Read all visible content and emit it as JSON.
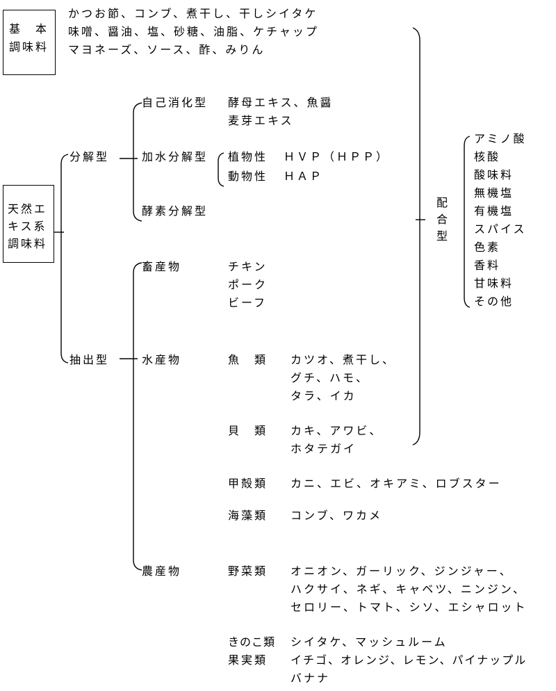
{
  "basic": {
    "title_line1": "基　本",
    "title_line2": "調味料",
    "items": [
      "かつお節、コンブ、煮干し、干しシイタケ",
      "味噌、醤油、塩、砂糖、油脂、ケチャップ",
      "マヨネーズ、ソース、酢、みりん"
    ]
  },
  "natural": {
    "title_line1": "天然エ",
    "title_line2": "キス系",
    "title_line3": "調味料"
  },
  "decomposition": {
    "label": "分解型",
    "autolysis": {
      "label": "自己消化型",
      "items_line1": "酵母エキス、魚醤",
      "items_line2": "麦芽エキス"
    },
    "hydrolysis": {
      "label": "加水分解型",
      "plant_label": "植物性",
      "plant_value": "ＨＶＰ（ＨＰＰ）",
      "animal_label": "動物性",
      "animal_value": "ＨＡＰ"
    },
    "enzyme": {
      "label": "酵素分解型"
    }
  },
  "extraction": {
    "label": "抽出型",
    "livestock": {
      "label": "畜産物",
      "items": [
        "チキン",
        "ポーク",
        "ビーフ"
      ]
    },
    "marine": {
      "label": "水産物",
      "fish": {
        "label": "魚　類",
        "lines": [
          "カツオ、煮干し、",
          "グチ、ハモ、",
          "タラ、イカ"
        ]
      },
      "shellfish": {
        "label": "貝　類",
        "lines": [
          "カキ、アワビ、",
          "ホタテガイ"
        ]
      },
      "crustacean": {
        "label": "甲殻類",
        "lines": [
          "カニ、エビ、オキアミ、ロブスター"
        ]
      },
      "seaweed": {
        "label": "海藻類",
        "lines": [
          "コンブ、ワカメ"
        ]
      }
    },
    "agricultural": {
      "label": "農産物",
      "vegetables": {
        "label": "野菜類",
        "lines": [
          "オニオン、ガーリック、ジンジャー、",
          "ハクサイ、ネギ、キャベツ、ニンジン、",
          "セロリー、トマト、シソ、エシャロット"
        ]
      },
      "mushrooms": {
        "label": "きのこ類",
        "lines": [
          "シイタケ、マッシュルーム"
        ]
      },
      "fruits": {
        "label": "果実類",
        "lines": [
          "イチゴ、オレンジ、レモン、パイナップル",
          "バナナ"
        ]
      }
    }
  },
  "blended": {
    "label_chars": [
      "配",
      "合",
      "型"
    ],
    "items": [
      "アミノ酸",
      "核酸",
      "酸味料",
      "無機塩",
      "有機塩",
      "スパイス",
      "色素",
      "香料",
      "甘味料",
      "その他"
    ]
  }
}
